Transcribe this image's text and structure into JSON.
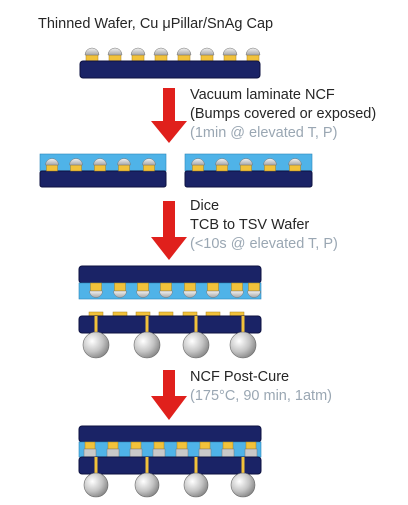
{
  "colors": {
    "wafer": "#1a2366",
    "wafer_stroke": "#0d1240",
    "ncf": "#4fb3e8",
    "bump_pillar": "#f2c23a",
    "solder_cap": "#c9c9c9",
    "tsv": "#f2c23a",
    "solder_ball": "#bdbdbd",
    "arrow": "#e0201c",
    "muted_text": "#9aa7b3",
    "dark_text": "#262626"
  },
  "steps": {
    "start_title": "Thinned Wafer, Cu μPillar/SnAg Cap",
    "step1_line1": "Vacuum laminate NCF",
    "step1_line2": "(Bumps covered or exposed)",
    "step1_cond": "(1min @ elevated T, P)",
    "step2_line1": "Dice",
    "step2_line2": "TCB to TSV Wafer",
    "step2_cond": "(<10s @ elevated T, P)",
    "step3_line1": "NCF Post-Cure",
    "step3_cond": "(175°C, 90 min, 1atm)"
  },
  "icons": {
    "process_arrow": "down-arrow-icon"
  }
}
